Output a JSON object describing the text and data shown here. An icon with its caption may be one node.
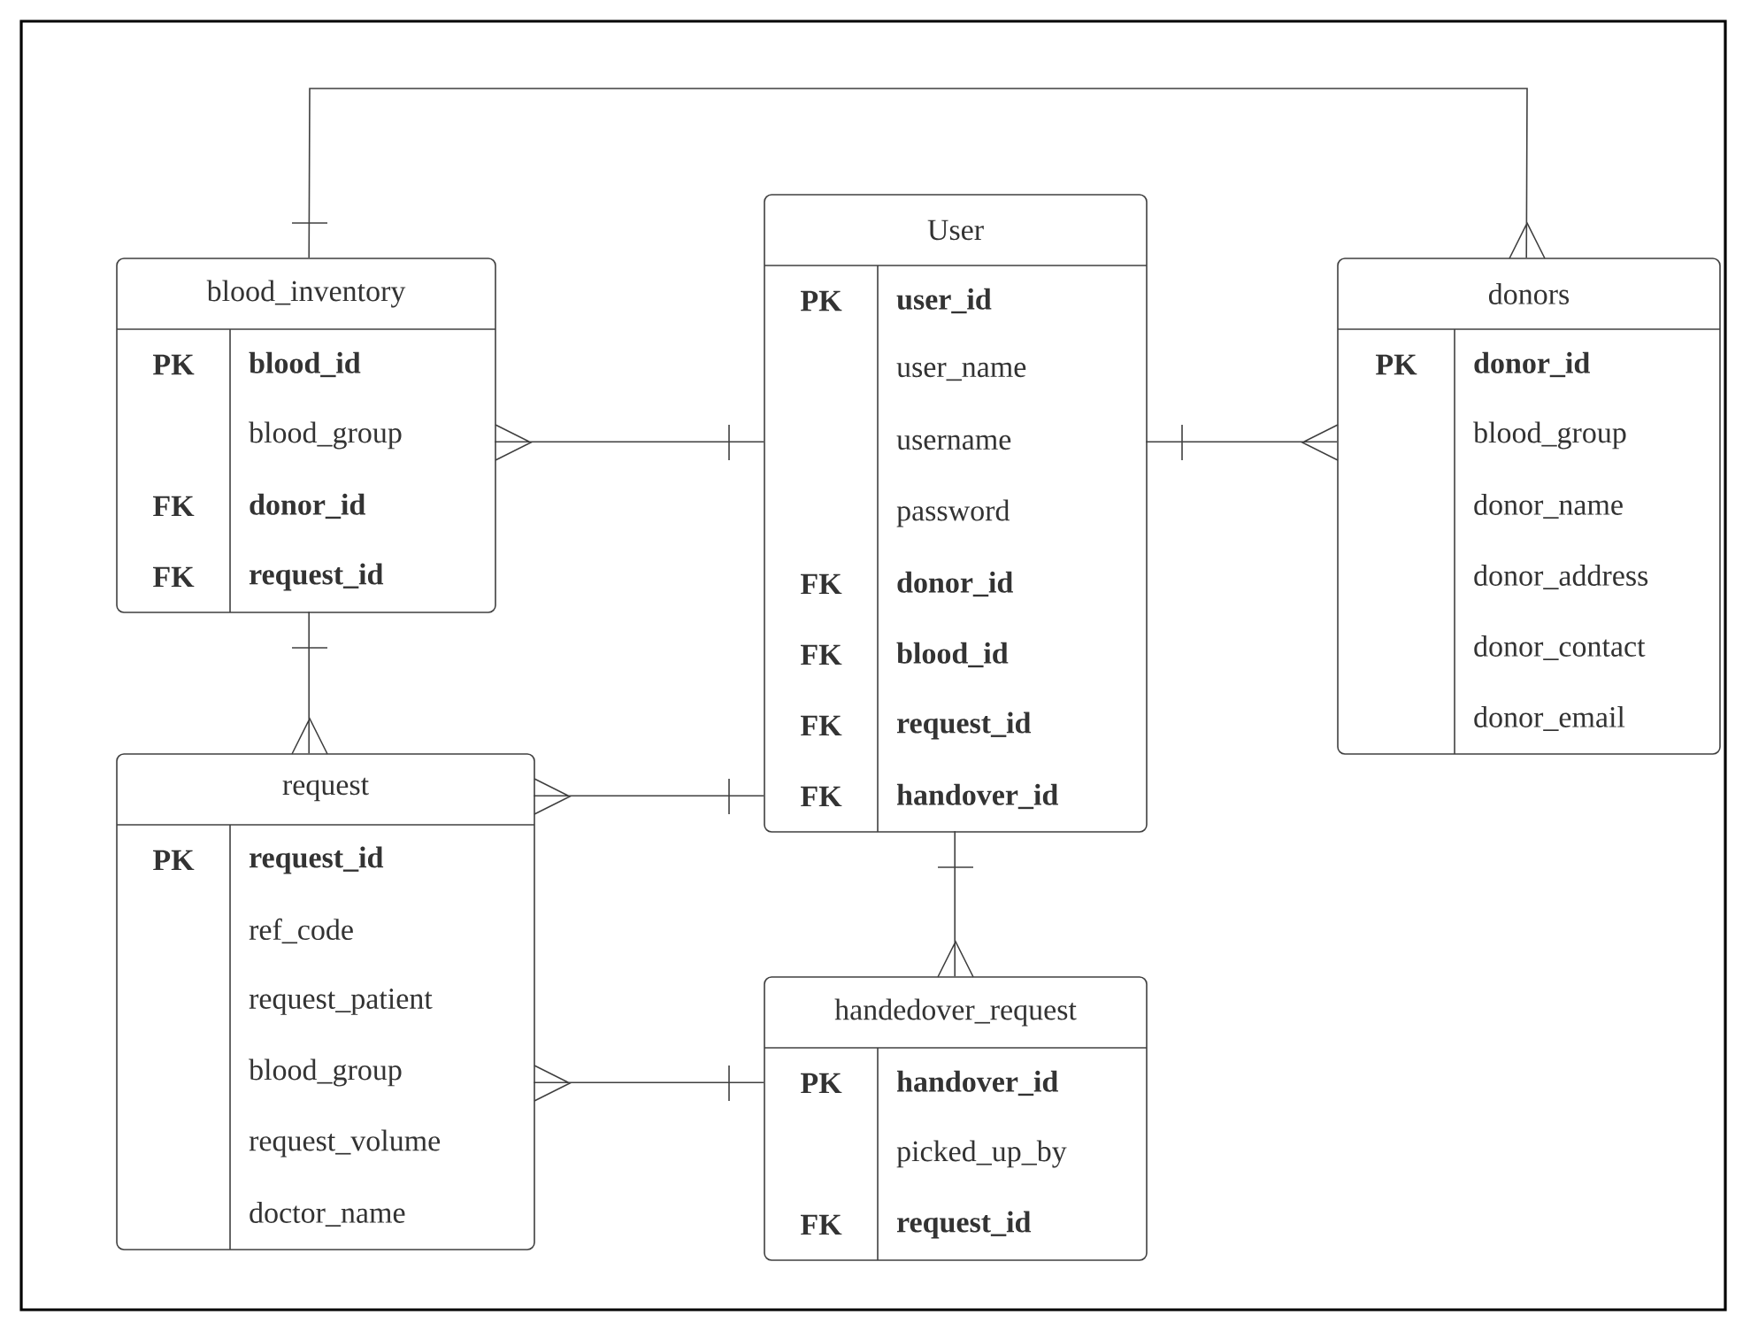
{
  "diagram": {
    "nodes": [
      {
        "text": [
          "blood_inventory",
          "PK",
          "blood_id",
          "blood_group",
          "FK",
          "donor_id",
          "FK",
          "request_id"
        ]
      },
      {
        "text": [
          "User",
          "PK",
          "user_id",
          "user_name",
          "username",
          "password",
          "FK",
          "donor_id",
          "FK",
          "blood_id",
          "FK",
          "request_id",
          "FK",
          "handover_id"
        ]
      },
      {
        "text": [
          "donors",
          "PK",
          "donor_id",
          "blood_group",
          "donor_name",
          "donor_address",
          "donor_contact",
          "donor_email"
        ]
      },
      {
        "text": [
          "request",
          "PK",
          "request_id",
          "ref_code",
          "request_patient",
          "blood_group",
          "request_volume",
          "doctor_name"
        ]
      },
      {
        "text": [
          "handedover_request",
          "PK",
          "handover_id",
          "picked_up_by",
          "FK",
          "request_id"
        ]
      }
    ],
    "edges": [
      {
        "from": 0,
        "to": 2,
        "arrow": "other"
      },
      {
        "from": 1,
        "to": 0,
        "arrow": "other"
      },
      {
        "from": 1,
        "to": 2,
        "arrow": "other"
      },
      {
        "from": 0,
        "to": 3,
        "arrow": "other"
      },
      {
        "from": 1,
        "to": 3,
        "arrow": "other"
      },
      {
        "from": 1,
        "to": 4,
        "arrow": "other"
      },
      {
        "from": 4,
        "to": 3,
        "arrow": "other"
      }
    ]
  }
}
